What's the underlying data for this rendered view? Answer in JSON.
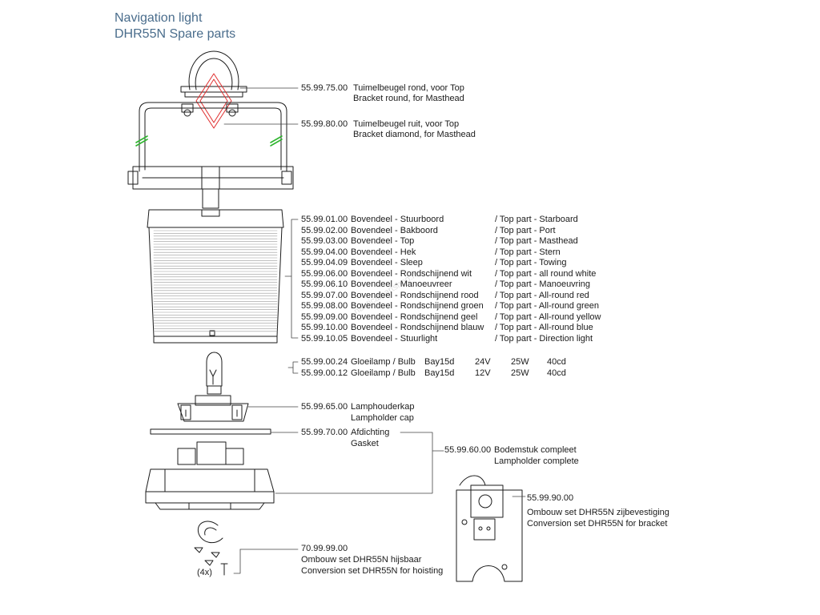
{
  "header": {
    "title": "Navigation light",
    "subtitle": "DHR55N Spare parts"
  },
  "brackets": [
    {
      "code": "55.99.75.00",
      "nl": "Tuimelbeugel rond, voor Top",
      "en": "Bracket round, for Masthead"
    },
    {
      "code": "55.99.80.00",
      "nl": "Tuimelbeugel ruit, voor Top",
      "en": "Bracket diamond, for Masthead"
    }
  ],
  "top_parts": [
    {
      "code": "55.99.01.00",
      "nl": "Bovendeel - Stuurboord",
      "en": "/ Top part - Starboard"
    },
    {
      "code": "55.99.02.00",
      "nl": "Bovendeel - Bakboord",
      "en": "/ Top part - Port"
    },
    {
      "code": "55.99.03.00",
      "nl": "Bovendeel - Top",
      "en": "/ Top part - Masthead"
    },
    {
      "code": "55.99.04.00",
      "nl": "Bovendeel - Hek",
      "en": "/ Top part - Stern"
    },
    {
      "code": "55.99.04.09",
      "nl": "Bovendeel - Sleep",
      "en": "/ Top part - Towing"
    },
    {
      "code": "55.99.06.00",
      "nl": "Bovendeel - Rondschijnend wit",
      "en": "/ Top part - all round white"
    },
    {
      "code": "55.99.06.10",
      "nl": "Bovendeel - Manoeuvreer",
      "en": "/ Top part - Manoeuvring"
    },
    {
      "code": "55.99.07.00",
      "nl": "Bovendeel - Rondschijnend rood",
      "en": "/ Top part - All-round red"
    },
    {
      "code": "55.99.08.00",
      "nl": "Bovendeel - Rondschijnend groen",
      "en": "/ Top part - All-round green"
    },
    {
      "code": "55.99.09.00",
      "nl": "Bovendeel - Rondschijnend geel",
      "en": "/ Top part - All-round yellow"
    },
    {
      "code": "55.99.10.00",
      "nl": "Bovendeel - Rondschijnend blauw",
      "en": "/ Top part - All-round blue"
    },
    {
      "code": "55.99.10.05",
      "nl": "Bovendeel - Stuurlight",
      "en": "/ Top part - Direction light"
    }
  ],
  "bulbs": [
    {
      "code": "55.99.00.24",
      "name": "Gloeilamp / Bulb",
      "base": "Bay15d",
      "volt": "24V",
      "watt": "25W",
      "cd": "40cd"
    },
    {
      "code": "55.99.00.12",
      "name": "Gloeilamp / Bulb",
      "base": "Bay15d",
      "volt": "12V",
      "watt": "25W",
      "cd": "40cd"
    }
  ],
  "lampholder_cap": {
    "code": "55.99.65.00",
    "nl": "Lamphouderkap",
    "en": "Lampholder cap"
  },
  "gasket": {
    "code": "55.99.70.00",
    "nl": "Afdichting",
    "en": "Gasket"
  },
  "bottom": {
    "code": "55.99.60.00",
    "nl": "Bodemstuk compleet",
    "en": "Lampholder complete"
  },
  "side_mount": {
    "code": "55.99.90.00",
    "nl": "Ombouw set DHR55N zijbevestiging",
    "en": "Conversion set DHR55N for bracket"
  },
  "hoisting": {
    "code": "70.99.99.00",
    "nl": "Ombouw set DHR55N hijsbaar",
    "en": "Conversion set DHR55N for hoisting",
    "qty": "(4x)"
  },
  "watermark": "nauticalpartshop.nl",
  "colors": {
    "title": "#4a6d8c",
    "line": "#1b1b1b",
    "diamond": "#e03030",
    "mark": "#2fb52f"
  }
}
